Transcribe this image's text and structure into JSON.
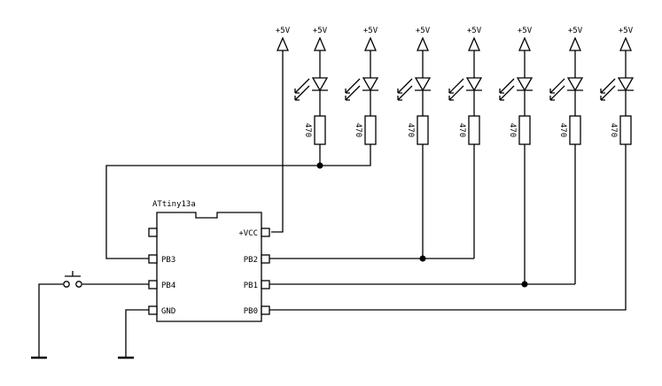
{
  "supply_label": "+5V",
  "resistor_value": "470",
  "chip": {
    "name": "ATtiny13a",
    "pins": {
      "pb3": "PB3",
      "pb4": "PB4",
      "gnd": "GND",
      "vcc": "+VCC",
      "pb2": "PB2",
      "pb1": "PB1",
      "pb0": "PB0"
    }
  },
  "colors": {
    "ink": "#000000",
    "paper": "#ffffff"
  }
}
